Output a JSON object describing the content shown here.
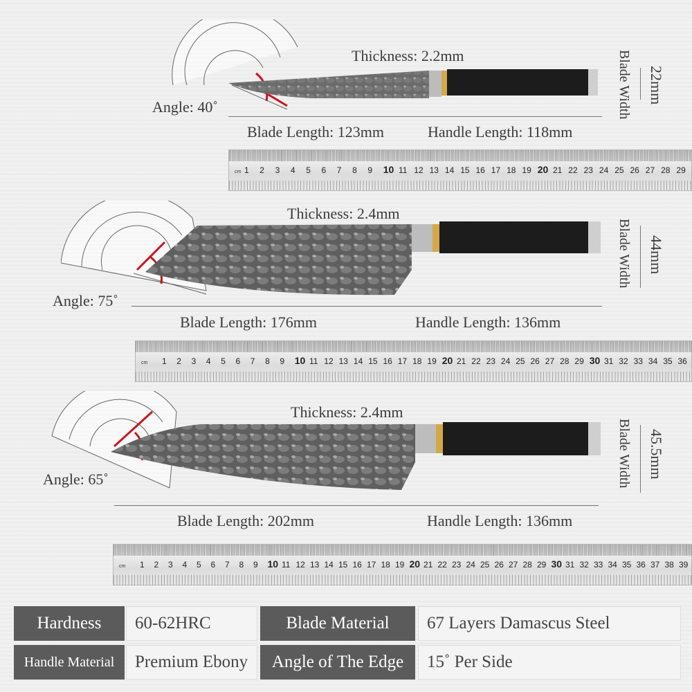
{
  "knives": [
    {
      "thickness": "Thickness: 2.2mm",
      "angle": "Angle: 40˚",
      "blade_length": "Blade Length: 123mm",
      "handle_length": "Handle Length: 118mm",
      "blade_width_label": "Blade Width",
      "blade_width_value": "22mm"
    },
    {
      "thickness": "Thickness: 2.4mm",
      "angle": "Angle: 75˚",
      "blade_length": "Blade Length: 176mm",
      "handle_length": "Handle Length: 136mm",
      "blade_width_label": "Blade Width",
      "blade_width_value": "44mm"
    },
    {
      "thickness": "Thickness: 2.4mm",
      "angle": "Angle: 65˚",
      "blade_length": "Blade Length: 202mm",
      "handle_length": "Handle Length: 136mm",
      "blade_width_label": "Blade Width",
      "blade_width_value": "45.5mm"
    }
  ],
  "rulers": [
    {
      "unit": "cm",
      "max": 29
    },
    {
      "unit": "cm",
      "max": 36
    },
    {
      "unit": "cm",
      "max": 39
    }
  ],
  "specs": {
    "hardness_label": "Hardness",
    "hardness_value": "60-62HRC",
    "blade_material_label": "Blade Material",
    "blade_material_value": "67 Layers Damascus Steel",
    "handle_material_label": "Handle Material",
    "handle_material_value": "Premium Ebony",
    "edge_angle_label": "Angle of The Edge",
    "edge_angle_value": "15˚ Per Side"
  },
  "colors": {
    "angle_marker": "#c8141e",
    "handle": "#1c1c1c",
    "table_dark": "#5b5b5b"
  }
}
